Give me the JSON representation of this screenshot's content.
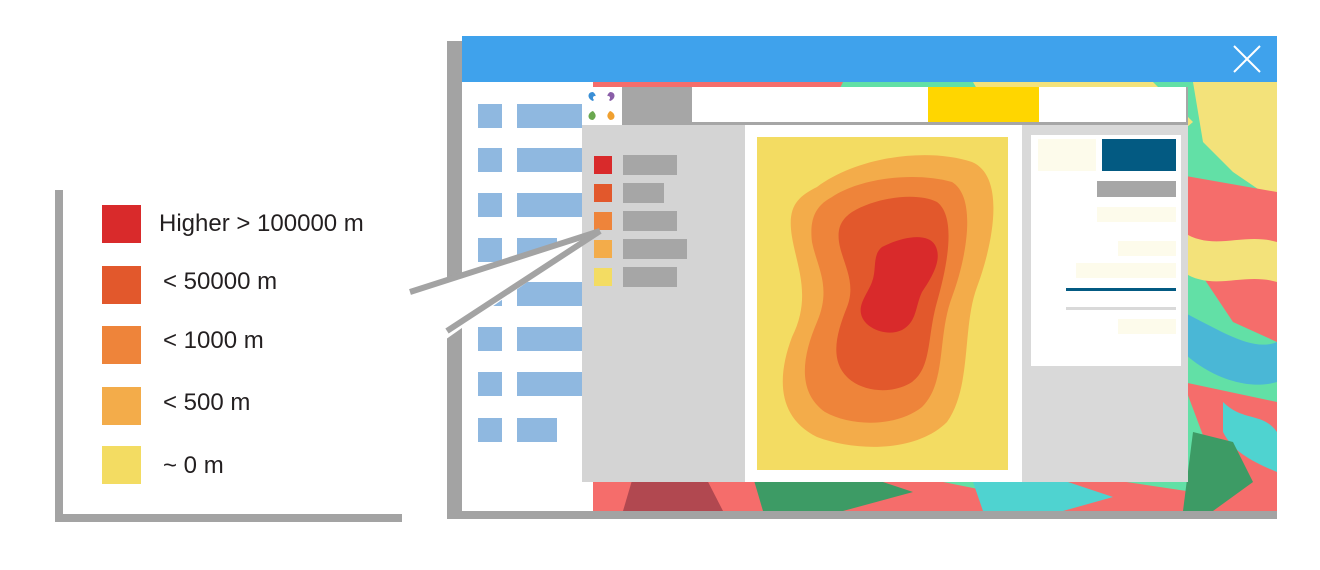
{
  "window": {
    "close_icon": "close-icon"
  },
  "nav_list": {
    "rows": 8
  },
  "app": {
    "logo_icon": "four-petal-logo-icon",
    "mini_legend_colors": [
      "#d92a2b",
      "#e2582c",
      "#ee843a",
      "#f3ac4a",
      "#f3dc62"
    ]
  },
  "legend": {
    "items": [
      {
        "label": "Higher > 100000 m",
        "color": "#d92a2b"
      },
      {
        "label": "< 50000 m",
        "color": "#e2582c"
      },
      {
        "label": "< 1000 m",
        "color": "#ee843a"
      },
      {
        "label": "< 500 m",
        "color": "#f3ac4a"
      },
      {
        "label": "~ 0 m",
        "color": "#f3dc62"
      }
    ]
  },
  "colors": {
    "titlebar": "#3fa2ec",
    "highlight_tab": "#ffd600",
    "accent_dark": "#035a82",
    "list_blue": "#8fb8e0"
  }
}
